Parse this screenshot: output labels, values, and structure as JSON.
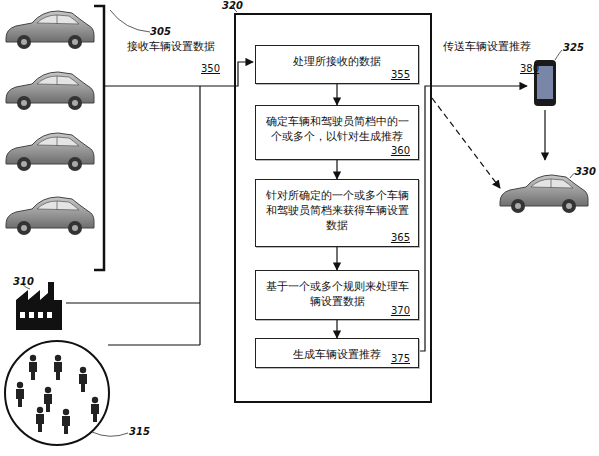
{
  "diagram": {
    "nodes": [
      {
        "text": [
          "320"
        ]
      },
      {
        "text": [
          "处理所接收的数据",
          "355"
        ],
        "in": 0
      },
      {
        "text": [
          "确定车辆和驾驶员简档中的一个或多个，以针对生成推荐",
          "360"
        ],
        "in": 0
      },
      {
        "text": [
          "针对所确定的一个或多个车辆和驾驶员简档来获得车辆设置数据",
          "365"
        ],
        "in": 0
      },
      {
        "text": [
          "基于一个或多个规则来处理车辆设置数据",
          "370"
        ],
        "in": 0
      },
      {
        "text": [
          "生成车辆设置推荐",
          "375"
        ],
        "in": 0
      }
    ],
    "edges": [
      {
        "from": 1,
        "to": 2,
        "arrow": "to"
      },
      {
        "from": 2,
        "to": 3,
        "arrow": "to"
      },
      {
        "from": 3,
        "to": 4,
        "arrow": "to"
      },
      {
        "from": 4,
        "to": 5,
        "arrow": "to"
      }
    ],
    "labels": [
      "305",
      "接收车辆设置数据",
      "350",
      "310",
      "315",
      "传送车辆设置推荐",
      "380",
      "325",
      "330"
    ]
  }
}
